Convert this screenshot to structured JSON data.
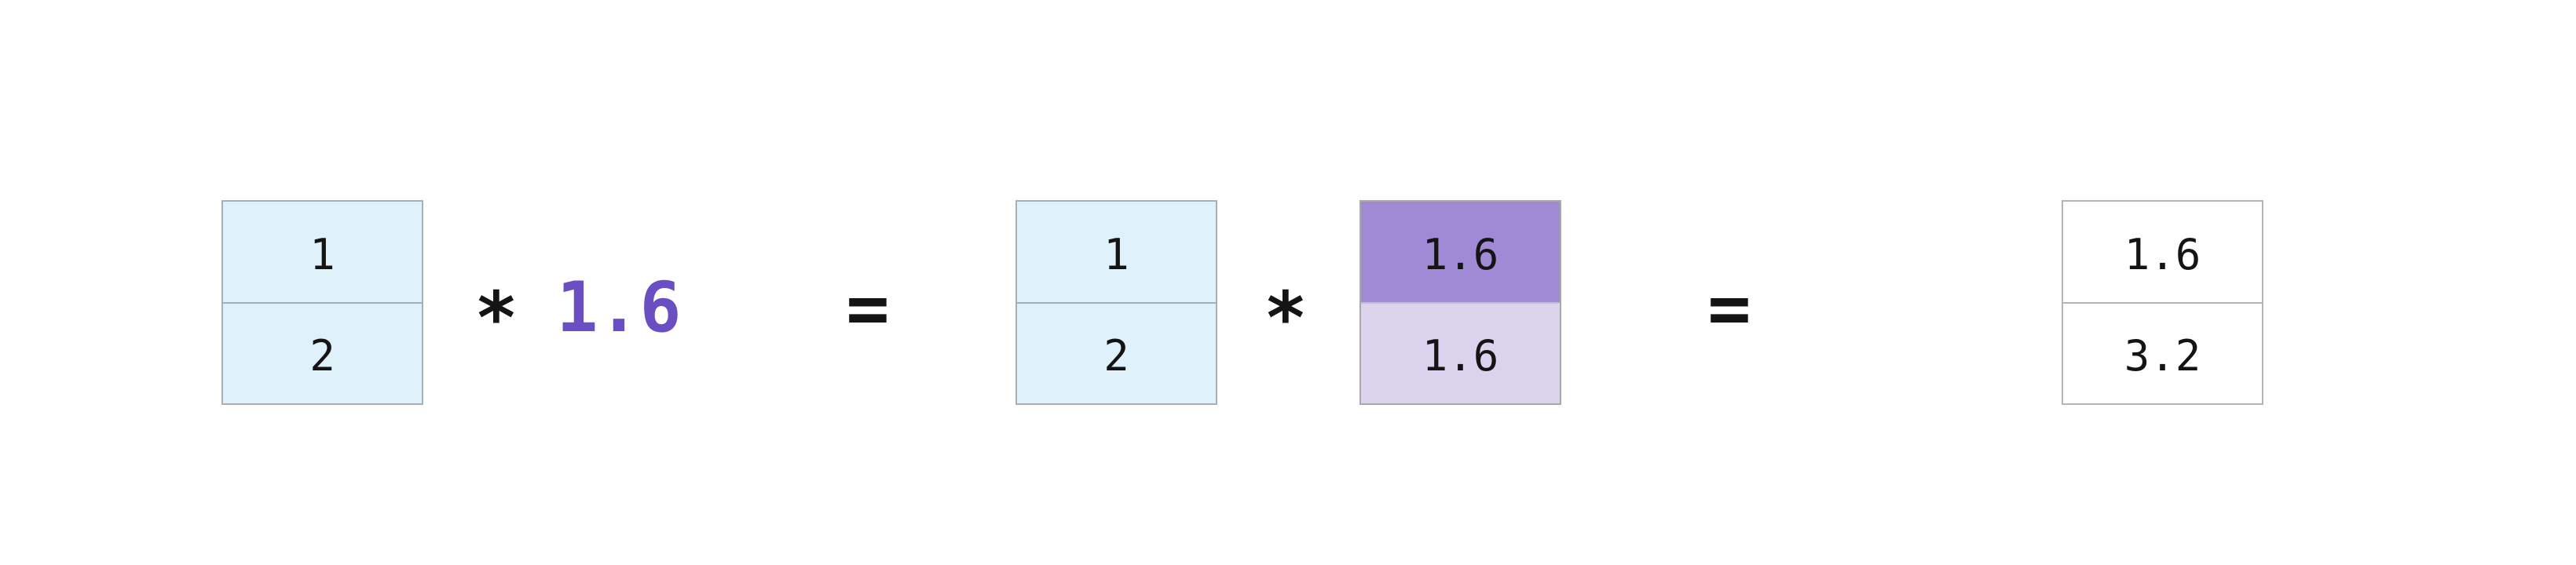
{
  "colors": {
    "background": "#ffffff",
    "input_cell_fill": "#dff1fa",
    "broadcast_top_cell_fill": "#a089d5",
    "broadcast_bottom_cell_fill": "#dbd2ee",
    "result_cell_fill": "#ffffff",
    "scalar_text": "#6b4ec2",
    "number_text": "#141414",
    "table_border": "#a9a9a9"
  },
  "equation": {
    "vector_a": {
      "cells": [
        "1",
        "2"
      ]
    },
    "multiply_1": "*",
    "scalar": "1.6",
    "equals_1": "=",
    "vector_b": {
      "cells": [
        "1",
        "2"
      ]
    },
    "multiply_2": "*",
    "broadcast_vector": {
      "cells": [
        "1.6",
        "1.6"
      ]
    },
    "equals_2": "=",
    "result_vector": {
      "cells": [
        "1.6",
        "3.2"
      ]
    }
  }
}
